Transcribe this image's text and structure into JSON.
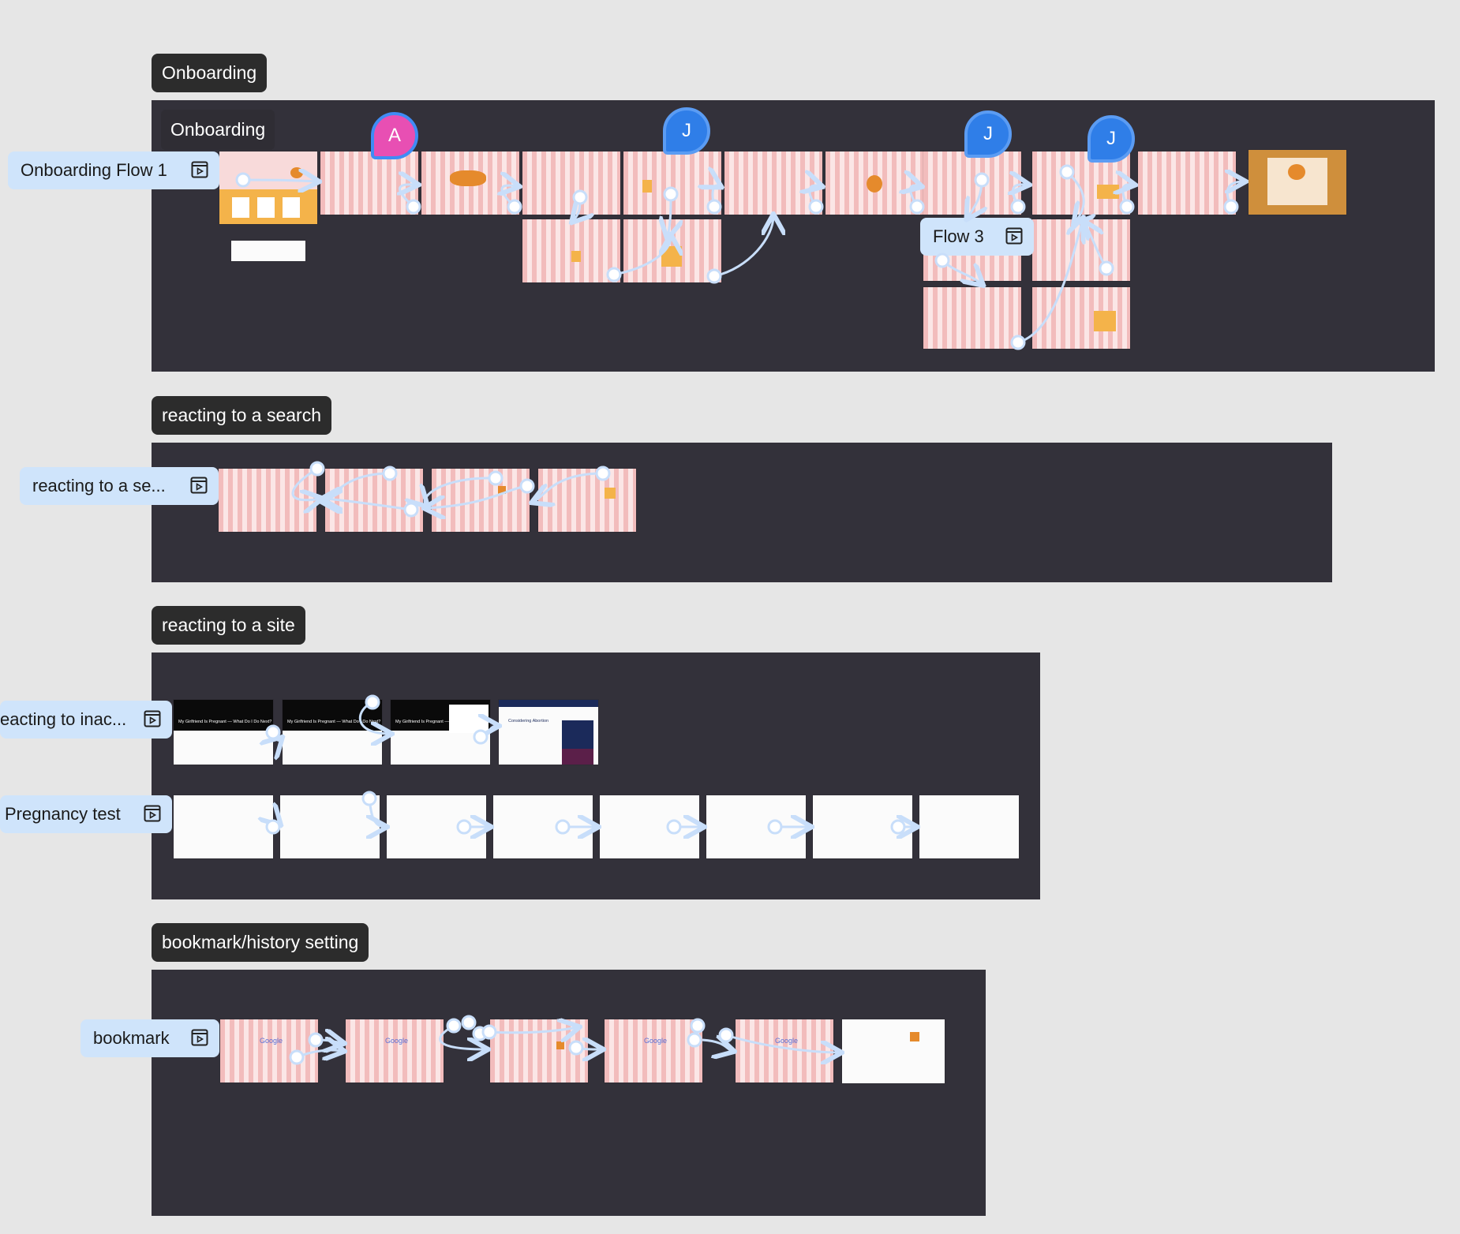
{
  "sections": {
    "onboarding": {
      "tag": "Onboarding",
      "inner_tag": "Onboarding",
      "flows": {
        "flow1": "Onboarding Flow 1",
        "flow3": "Flow 3"
      },
      "collaborators": [
        "A",
        "J",
        "J",
        "J"
      ],
      "collaborator_colors": {
        "A": "#e84fb3",
        "J": "#2f7ee8"
      }
    },
    "search": {
      "tag": "reacting to a search",
      "flows": {
        "main": "reacting to a se..."
      }
    },
    "site": {
      "tag": "reacting to a site",
      "flows": {
        "inac": "eacting to inac...",
        "pregnancy": "Pregnancy test"
      },
      "frame_titles": [
        "My Girlfriend Is Pregnant — What Do I Do Next?",
        "My Girlfriend Is Pregnant — What Do I Do Next?",
        "My Girlfriend Is Pregnant —"
      ],
      "article_title": "Considering Abortion"
    },
    "bookmark": {
      "tag": "bookmark/history setting",
      "flows": {
        "main": "bookmark"
      },
      "logo_text": "Google"
    }
  },
  "colors": {
    "canvas": "#e6e6e6",
    "section_bg": "#33313a",
    "tag_bg": "#2c2c2c",
    "pill_bg": "#cfe4fb",
    "connector": "#c8defa"
  },
  "icons": {
    "flow_start": "play-frame-icon"
  }
}
